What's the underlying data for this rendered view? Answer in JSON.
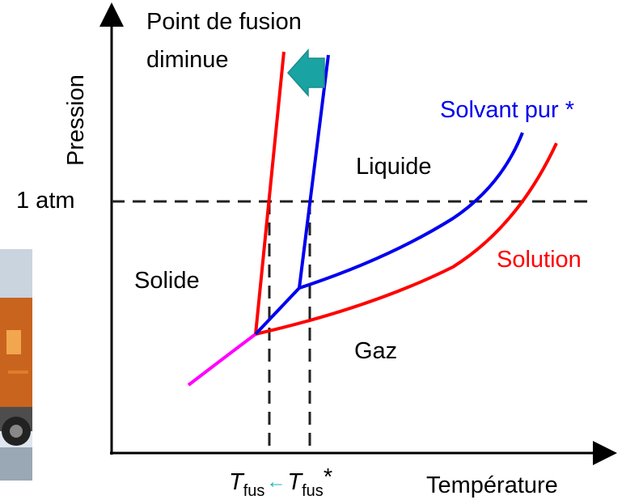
{
  "title_line1": "Point de fusion",
  "title_line2": "diminue",
  "y_axis_label": "Pression",
  "x_axis_label": "Température",
  "pressure_mark": "1 atm",
  "regions": {
    "liquid": "Liquide",
    "solid": "Solide",
    "gas": "Gaz"
  },
  "curves": {
    "pure_solvent": "Solvant pur *",
    "solution": "Solution"
  },
  "t_axis": {
    "t_symbol": "T",
    "t_sub": "fus",
    "arrow": "←",
    "star": "*"
  },
  "colors": {
    "solution": "#ff0000",
    "pure_solvent": "#0000ee",
    "sublimation": "#ff00ff",
    "arrow": "#19a3a3",
    "axes": "#000000",
    "dashed": "#222222"
  }
}
